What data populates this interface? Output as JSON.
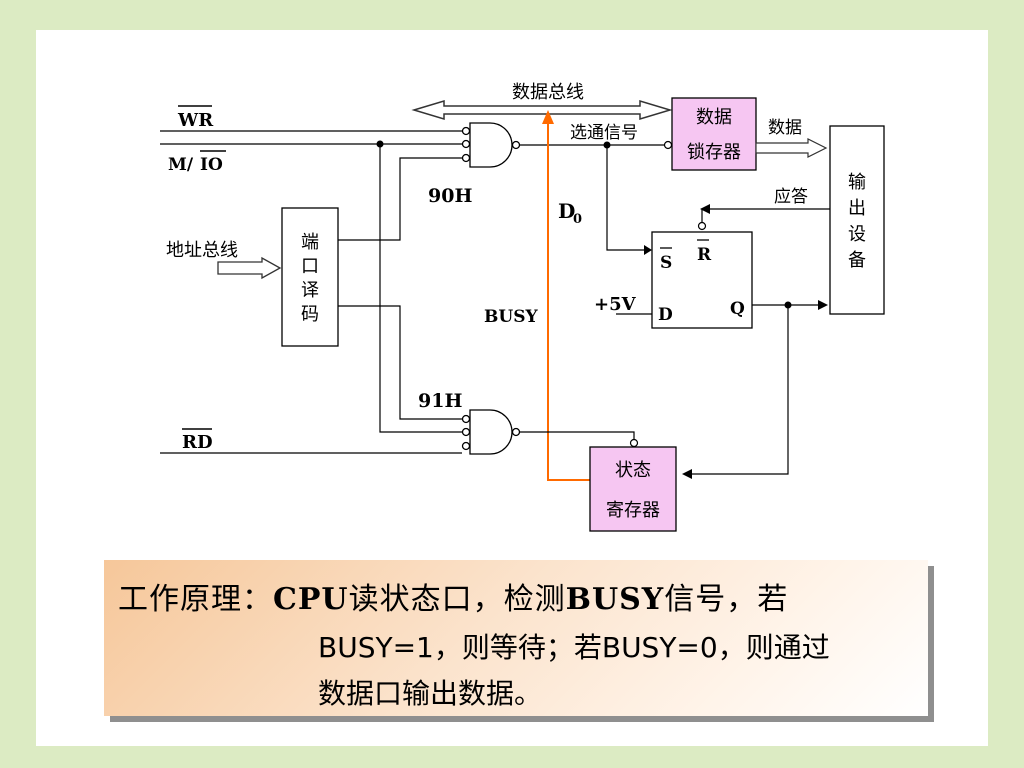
{
  "diagram": {
    "data_bus": "数据总线",
    "wr": "WR",
    "m_io_prefix": "M/",
    "m_io_bar": "IO",
    "address_bus": "地址总线",
    "rd": "RD",
    "port_decoder": [
      "端",
      "口",
      "译",
      "码"
    ],
    "label_90h": "90H",
    "label_91h": "91H",
    "strobe": "选通信号",
    "data_latch": [
      "数据",
      "锁存器"
    ],
    "data_out": "数据",
    "output_device": [
      "输",
      "出",
      "设",
      "备"
    ],
    "ack": "应答",
    "d0_main": "D",
    "d0_sub": "0",
    "busy": "BUSY",
    "plus5v": "+5V",
    "ff_s": "S",
    "ff_r": "R",
    "ff_d": "D",
    "ff_q": "Q",
    "status_register": [
      "状态",
      "寄存器"
    ]
  },
  "note": {
    "heading": "工作原理：",
    "line1_a": "CPU",
    "line1_b": "读状态口，检测",
    "line1_c": "BUSY",
    "line1_d": "信号，若",
    "line2": "BUSY=1，则等待；若BUSY=0，则通过",
    "line3": "数据口输出数据。"
  },
  "colors": {
    "background": "#dcebc3",
    "register_fill": "#f6c6f2",
    "busy_line": "#ff6a00"
  }
}
